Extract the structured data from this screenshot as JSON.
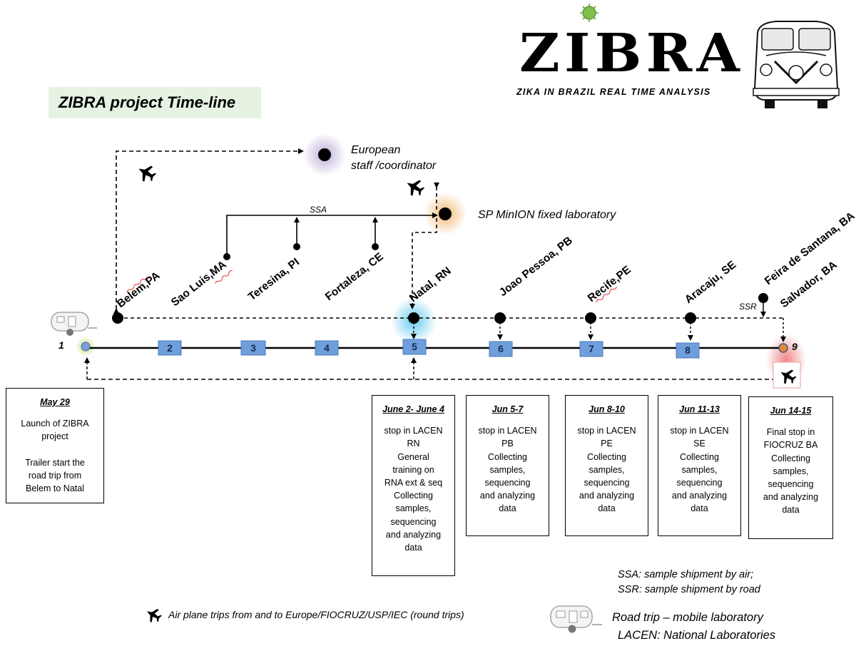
{
  "header": {
    "title": "ZIBRA project Time-line",
    "logo_word": "ZIBRA",
    "logo_subtitle": "ZIKA IN BRAZIL REAL TIME ANALYSIS"
  },
  "hubs": {
    "european": "European\nstaff /coordinator",
    "sp_lab": "SP MinION fixed laboratory",
    "ssa_tag": "SSA",
    "ssr_tag": "SSR"
  },
  "cities": [
    {
      "name": "Belem,PA"
    },
    {
      "name": "Sao Luis,MA"
    },
    {
      "name": "Teresina, PI"
    },
    {
      "name": "Fortaleza, CE"
    },
    {
      "name": "Natal, RN"
    },
    {
      "name": "Joao Pessoa, PB"
    },
    {
      "name": "Recife,PE"
    },
    {
      "name": "Aracaju, SE"
    },
    {
      "name": "Feira de Santana, BA"
    },
    {
      "name": "Salvador, BA"
    }
  ],
  "stops": {
    "start": "1",
    "middle": [
      "2",
      "3",
      "4",
      "5",
      "6",
      "7",
      "8"
    ],
    "end": "9"
  },
  "cards": [
    {
      "date": "May 29",
      "text": "Launch of ZIBRA\nproject\n\nTrailer start the\nroad trip from\nBelem to Natal"
    },
    {
      "date": "June 2- June 4",
      "text": "stop in LACEN\nRN\nGeneral\ntraining on\nRNA ext & seq\nCollecting\nsamples,\nsequencing\nand analyzing\ndata"
    },
    {
      "date": "Jun 5-7",
      "text": "stop in LACEN\nPB\nCollecting\nsamples,\nsequencing\nand analyzing\ndata"
    },
    {
      "date": "Jun 8-10",
      "text": "stop in LACEN\nPE\nCollecting\nsamples,\nsequencing\nand analyzing\ndata"
    },
    {
      "date": "Jun 11-13",
      "text": "stop in LACEN\nSE\nCollecting\nsamples,\nsequencing\nand analyzing\ndata"
    },
    {
      "date": "Jun 14-15",
      "text": "Final stop in\nFIOCRUZ BA\nCollecting\nsamples,\nsequencing\nand analyzing\ndata"
    }
  ],
  "legend": {
    "ssa": "SSA: sample shipment by air;",
    "ssr": "SSR: sample shipment by road",
    "plane": "Air plane trips from and to  Europe/FIOCRUZ/USP/IEC (round trips)",
    "road": "Road trip – mobile laboratory",
    "lacen": "LACEN: National Laboratories"
  },
  "icons": [
    "airplane-icon",
    "trailer-icon",
    "van-icon",
    "virus-icon"
  ],
  "colors": {
    "node_blue": "#6e9fdc",
    "glow_purple": "#b9a8d6",
    "glow_orange": "#f2b56b",
    "glow_cyan": "#5ec8ee",
    "glow_red": "#f07a7a",
    "glow_green": "#b8dc6e",
    "title_bg": "#e6f3e3"
  }
}
